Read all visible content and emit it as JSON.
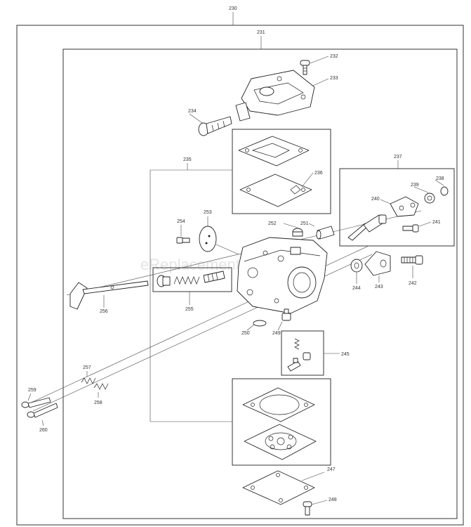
{
  "watermark": "eReplacementParts.com",
  "labels": {
    "p230": "230",
    "p231": "231",
    "p232": "232",
    "p233": "233",
    "p234": "234",
    "p235": "235",
    "p236": "236",
    "p237": "237",
    "p238": "238",
    "p239": "239",
    "p240": "240",
    "p241": "241",
    "p242": "242",
    "p243": "243",
    "p244": "244",
    "p245": "245",
    "p247": "247",
    "p248": "248",
    "p249": "249",
    "p250": "250",
    "p251": "251",
    "p252": "252",
    "p253": "253",
    "p254": "254",
    "p255": "255",
    "p256": "256",
    "p257": "257",
    "p258": "258",
    "p259": "259",
    "p260": "260"
  }
}
